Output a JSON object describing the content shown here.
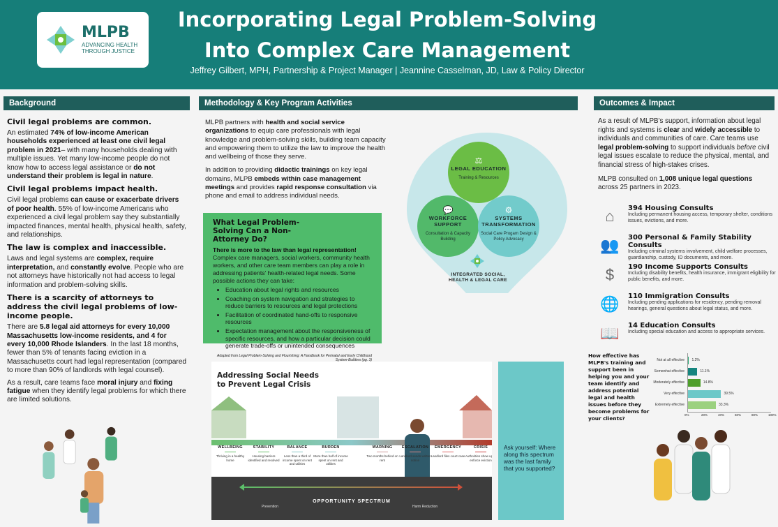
{
  "header": {
    "logo_name": "MLPB",
    "logo_tagline": "Advancing Health Through Justice",
    "title_line1": "Incorporating Legal Problem-Solving",
    "title_line2": "Into Complex Care Management",
    "authors": "Jeffrey Gilbert, MPH, Partnership & Project Manager | Jeannine Casselman, JD, Law & Policy Director"
  },
  "background": {
    "heading": "Background",
    "blocks": [
      {
        "h": "Civil legal problems are common.",
        "p": [
          [
            [
              "An estimated ",
              0
            ],
            [
              "74% of low-income American households experienced at least one civil legal problem in 2021",
              1
            ],
            [
              "– with many households dealing with multiple issues. Yet many low-income people do not know how to access legal assistance or ",
              0
            ],
            [
              "do not understand their problem is legal in nature",
              1
            ],
            [
              ".",
              0
            ]
          ]
        ]
      },
      {
        "h": "Civil legal problems impact health.",
        "p": [
          [
            [
              "Civil legal problems ",
              0
            ],
            [
              "can cause or exacerbate drivers of poor health",
              1
            ],
            [
              ". 55% of low-income Americans who experienced a civil legal problem say they substantially impacted finances, mental health, physical health, safety, and relationships.",
              0
            ]
          ]
        ]
      },
      {
        "h": "The law is complex and inaccessible.",
        "p": [
          [
            [
              "Laws and legal systems are ",
              0
            ],
            [
              "complex, require interpretation,",
              1
            ],
            [
              " and ",
              0
            ],
            [
              "constantly evolve",
              1
            ],
            [
              ". People who are not attorneys have historically not had access to legal information and problem-solving skills.",
              0
            ]
          ]
        ]
      },
      {
        "h": "There is a scarcity of attorneys to address the civil legal problems of low-income people.",
        "p": [
          [
            [
              "There are ",
              0
            ],
            [
              "5.8 legal aid attorneys for every 10,000 Massachusetts low-income residents, and 4 for every 10,000 Rhode Islanders",
              1
            ],
            [
              ". In the last 18 months, fewer than 5% of tenants facing eviction in a Massachusetts court had legal representation (compared to more than 90% of landlords with legal counsel).",
              0
            ]
          ],
          [
            [
              "As a result, care teams face ",
              0
            ],
            [
              "moral injury",
              1
            ],
            [
              " and ",
              0
            ],
            [
              "fixing fatigue",
              1
            ],
            [
              " when they identify legal problems for which there are limited solutions.",
              0
            ]
          ]
        ]
      }
    ]
  },
  "methodology": {
    "heading": "Methodology & Key Program Activities",
    "paragraphs": [
      [
        [
          "MLPB partners with ",
          0
        ],
        [
          "health and social service organizations",
          1
        ],
        [
          " to equip care professionals with legal knowledge and problem-solving skills, building team capacity and empowering them to utilize the law to improve the health and wellbeing of those they serve.",
          0
        ]
      ],
      [
        [
          "In addition to providing ",
          0
        ],
        [
          "didactic trainings",
          1
        ],
        [
          " on key legal domains, MLPB ",
          0
        ],
        [
          "embeds within case management meetings",
          1
        ],
        [
          " and provides ",
          0
        ],
        [
          "rapid response consultation",
          1
        ],
        [
          " via phone and email to address individual needs.",
          0
        ]
      ]
    ],
    "venn": {
      "legal_title": "LEGAL EDUCATION",
      "legal_sub": "Training & Resources",
      "workforce_title": "WORKFORCE SUPPORT",
      "workforce_sub": "Consultation & Capacity Building",
      "systems_title": "SYSTEMS TRANSFORMATION",
      "systems_sub": "Social Care Progam Design & Policy Advocacy",
      "center": "INTEGRATED SOCIAL, HEALTH & LEGAL CARE"
    },
    "box": {
      "title": "What Legal Problem-Solving Can a Non-Attorney Do?",
      "intro": [
        [
          "There is more to the law than legal representation!",
          1
        ],
        [
          " Complex care managers, social workers, community health workers, and other care team members can play a role in addressing patients' health-related legal needs. Some possible actions they can take:",
          0
        ]
      ],
      "bullets": [
        "Education about legal rights and resources",
        "Coaching on system navigation and strategies to reduce barriers to resources and legal protections",
        "Facilitation of coordinated hand-offs to responsive resources",
        "Expectation management about the responsiveness of specific resources, and how a particular decision could generate trade-offs or unintended consequences"
      ],
      "source": "Adapted from Legal Problem-Solving and Flourishing: A Handbook for Perinatal and Early Childhood System-Builders (pg. 3)"
    },
    "spectrum": {
      "title": "Addressing Social Needs to Prevent Legal Crisis",
      "axis": "OPPORTUNITY SPECTRUM",
      "left": "Prevention",
      "right": "Harm Reduction",
      "stages": [
        {
          "n": "WELLBEING",
          "d": "Thriving in a healthy home"
        },
        {
          "n": "STABILITY",
          "d": "Housing barriers identified and resolved"
        },
        {
          "n": "BALANCE",
          "d": "Less than a third of income spent on rent and utilities"
        },
        {
          "n": "BURDEN",
          "d": "More than half of income spent on rent and utilities"
        },
        {
          "n": "WARNING",
          "d": "Two months behind on rent"
        },
        {
          "n": "ESCALATION",
          "d": "Landlord sends written notice"
        },
        {
          "n": "EMERGENCY",
          "d": "Landlord files court case"
        },
        {
          "n": "CRISIS",
          "d": "Authorities show up to enforce eviction"
        }
      ]
    },
    "ask": "Ask yourself: Where along this spectrum was the last family that you supported?"
  },
  "outcomes": {
    "heading": "Outcomes & Impact",
    "paragraphs": [
      [
        [
          "As a result of MLPB's support, information about legal rights and systems is ",
          0
        ],
        [
          "clear",
          1
        ],
        [
          " and ",
          0
        ],
        [
          "widely accessible",
          1
        ],
        [
          " to individuals and communities of care. Care teams use ",
          0
        ],
        [
          "legal problem-solving",
          1
        ],
        [
          " to support individuals ",
          0
        ],
        [
          "before",
          2
        ],
        [
          " civil legal issues escalate to reduce the physical, mental, and financial stress of high-stakes crises.",
          0
        ]
      ],
      [
        [
          "MLPB consulted on ",
          0
        ],
        [
          "1,008 unique legal questions",
          1
        ],
        [
          " across 25 partners in 2023.",
          0
        ]
      ]
    ],
    "consults": [
      {
        "icon": "house-icon",
        "t": "394 Housing Consults",
        "d": "Including permanent housing access, temporary shelter, conditions issues, evictions, and more."
      },
      {
        "icon": "people-icon",
        "t": "300 Personal & Family Stability Consults",
        "d": "Including criminal systems involvement, child welfare processes, guardianship, custody, ID documents, and more."
      },
      {
        "icon": "money-icon",
        "t": "190 Income Supports Consults",
        "d": "Including disability benefits, health insurance, immigrant eligibility for public benefits, and more."
      },
      {
        "icon": "globe-person-icon",
        "t": "110 Immigration Consults",
        "d": "Including pending applications for residency, pending removal hearings, general questions about legal status, and more."
      },
      {
        "icon": "book-icon",
        "t": "14 Education Consults",
        "d": "Including special education and access to appropriate services."
      }
    ],
    "question": "How effective has MLPB's training and support been in helping you and your team identify and address potential legal and health issues before they become problems for your clients?"
  },
  "chart_data": {
    "type": "bar",
    "orientation": "horizontal",
    "categories": [
      "Not at all effective",
      "Somewhat effective",
      "Moderately effective",
      "Very effective",
      "Extremely effective"
    ],
    "values": [
      1.2,
      11.1,
      14.8,
      39.5,
      33.3
    ],
    "labels": [
      "1.2%",
      "11.1%",
      "14.8%",
      "39.5%",
      "33.3%"
    ],
    "colors": [
      "#2aa876",
      "#16857e",
      "#4e9e2a",
      "#6cc8c8",
      "#9bd17f"
    ],
    "xlim": [
      0,
      100
    ],
    "xticks": [
      "0%",
      "20%",
      "40%",
      "60%",
      "80%",
      "100%"
    ],
    "title": "",
    "xlabel": "",
    "ylabel": ""
  }
}
